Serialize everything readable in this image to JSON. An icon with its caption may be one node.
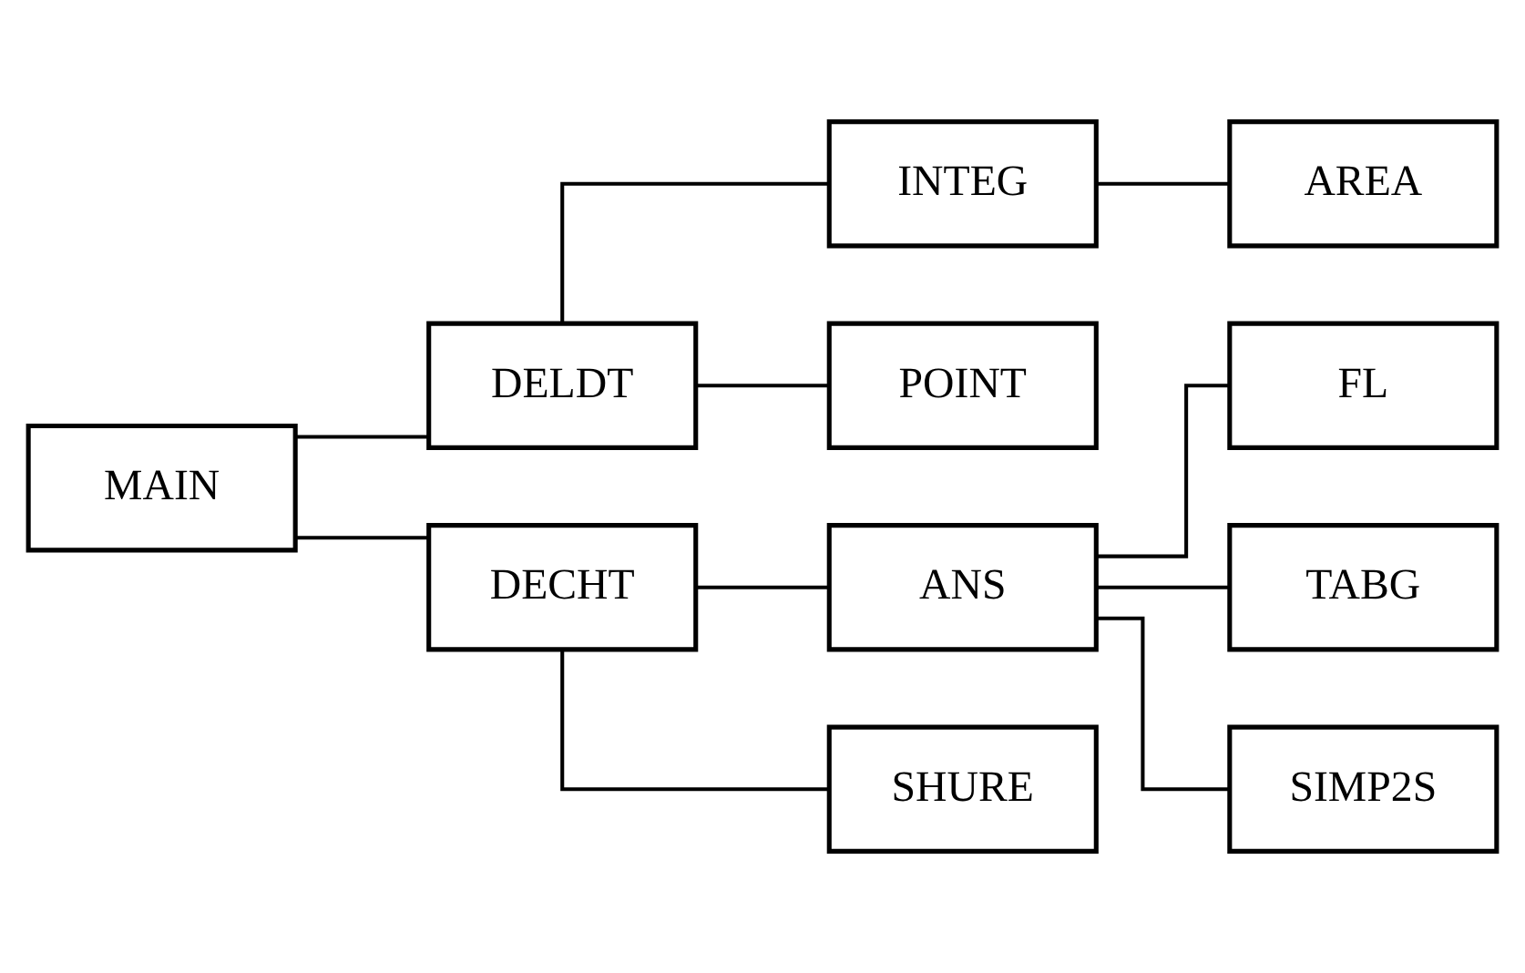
{
  "diagram": {
    "nodes": [
      {
        "text": [
          "MAIN"
        ]
      },
      {
        "text": [
          "DELDT"
        ]
      },
      {
        "text": [
          "INTEG"
        ]
      },
      {
        "text": [
          "AREA"
        ]
      },
      {
        "text": [
          "POINT"
        ]
      },
      {
        "text": [
          "DECHT"
        ]
      },
      {
        "text": [
          "ANS"
        ]
      },
      {
        "text": [
          "FL"
        ]
      },
      {
        "text": [
          "TABG"
        ]
      },
      {
        "text": [
          "SIMP2S"
        ]
      },
      {
        "text": [
          "SHURE"
        ]
      }
    ],
    "edges": [
      {
        "from": 0,
        "to": 1,
        "arrow": "none"
      },
      {
        "from": 0,
        "to": 5,
        "arrow": "none"
      },
      {
        "from": 1,
        "to": 2,
        "arrow": "none"
      },
      {
        "from": 1,
        "to": 4,
        "arrow": "none"
      },
      {
        "from": 2,
        "to": 3,
        "arrow": "none"
      },
      {
        "from": 5,
        "to": 6,
        "arrow": "none"
      },
      {
        "from": 5,
        "to": 10,
        "arrow": "none"
      },
      {
        "from": 6,
        "to": 7,
        "arrow": "none"
      },
      {
        "from": 6,
        "to": 8,
        "arrow": "none"
      },
      {
        "from": 6,
        "to": 9,
        "arrow": "none"
      }
    ]
  }
}
